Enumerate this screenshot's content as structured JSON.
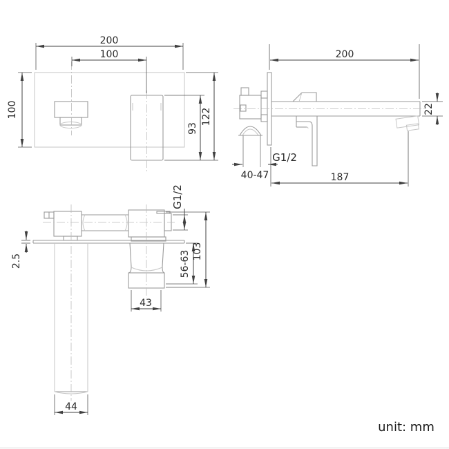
{
  "unit_label": "unit: mm",
  "colors": {
    "dimension_lines": "#404040",
    "model_lines": "#9a9a9a",
    "light_model_lines": "#c6c6c6",
    "centerlines": "#bdbdbd",
    "text": "#2b2b2b",
    "background": "#ffffff"
  },
  "views": {
    "front_view": {
      "dims": {
        "overall_width": "200",
        "hole_spacing": "100",
        "plate_height": "100",
        "handle_height": "93",
        "overall_height": "122"
      }
    },
    "side_view": {
      "dims": {
        "spout_length": "200",
        "spout_thickness": "22",
        "inlet_thread": "G1/2",
        "wall_depth_range": "40-47",
        "spout_reach": "187"
      }
    },
    "top_view": {
      "dims": {
        "inlet_thread": "G1/2",
        "plate_thickness": "2.5",
        "valve_depth_range": "56-63",
        "overall_depth": "103",
        "valve_width": "43",
        "spout_width": "44"
      }
    }
  }
}
